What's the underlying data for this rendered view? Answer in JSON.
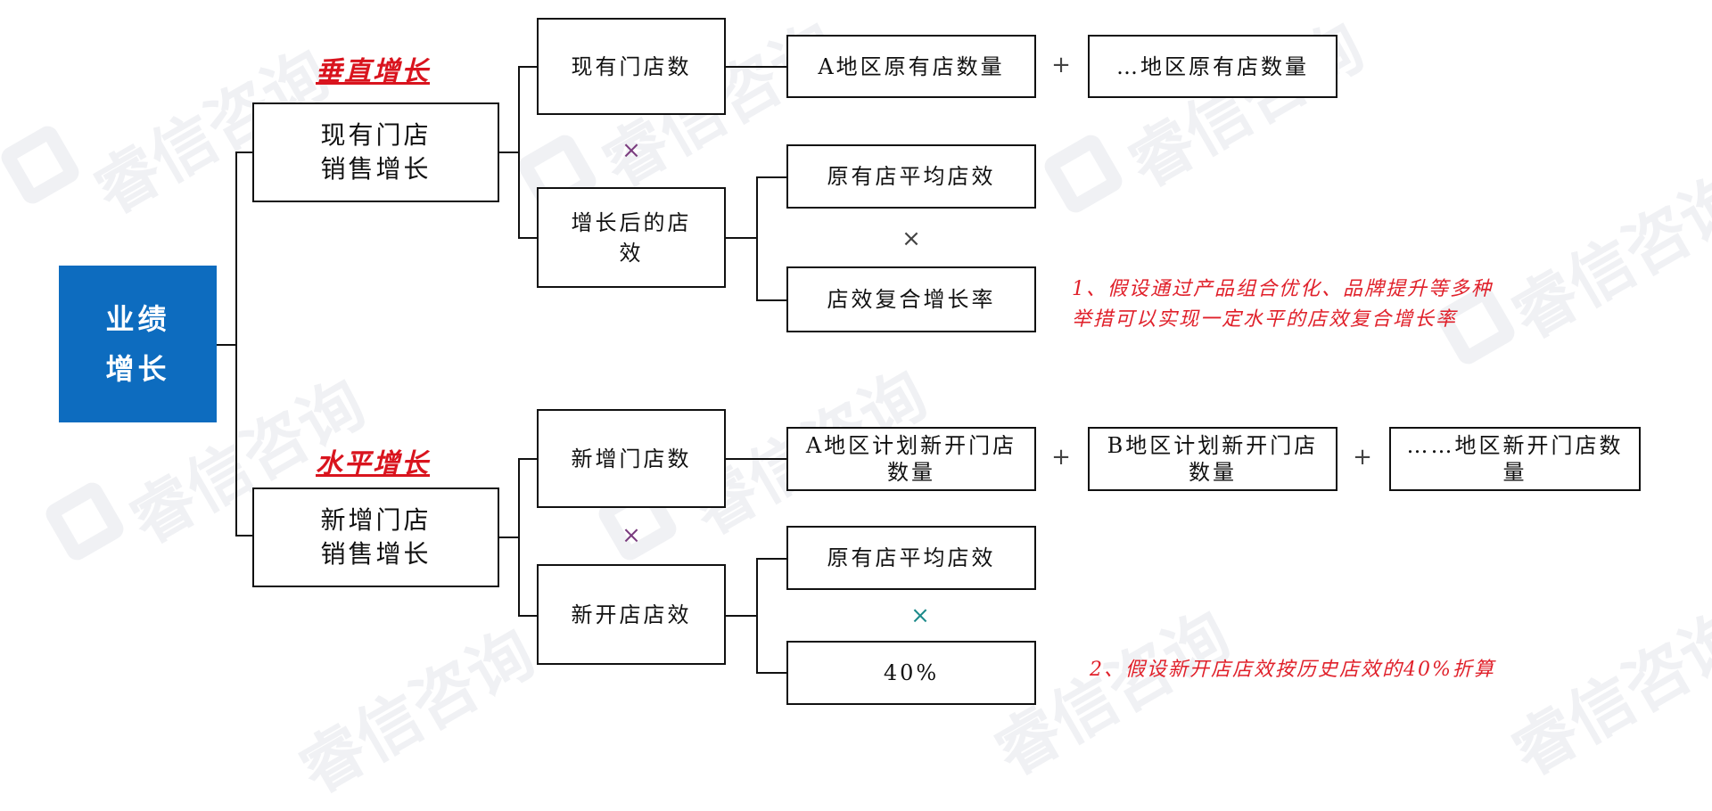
{
  "watermark": "睿信咨询",
  "root": {
    "label": "业绩\n增长",
    "color": "#0d6cbf"
  },
  "branches": {
    "vertical": {
      "title": "垂直增长",
      "main": "现有门店\n销售增长",
      "factor1": {
        "label": "现有门店数",
        "terms": [
          "A地区原有店数量",
          "…地区原有店数量"
        ],
        "operators": [
          "+"
        ]
      },
      "multiply_symbol": "×",
      "factor2": {
        "label": "增长后的店\n效",
        "sub1": "原有店平均店效",
        "sub2": "店效复合增长率",
        "multiply_symbol": "×"
      }
    },
    "horizontal": {
      "title": "水平增长",
      "main": "新增门店\n销售增长",
      "factor1": {
        "label": "新增门店数",
        "terms": [
          "A地区计划新开门店\n数量",
          "B地区计划新开门店\n数量",
          "……地区新开门店数\n量"
        ],
        "operators": [
          "+",
          "+"
        ]
      },
      "multiply_symbol": "×",
      "factor2": {
        "label": "新开店店效",
        "sub1": "原有店平均店效",
        "sub2": "40%",
        "multiply_symbol": "×"
      }
    }
  },
  "notes": {
    "note1": "1、假设通过产品组合优化、品牌提升等多种\n举措可以实现一定水平的店效复合增长率",
    "note2": "2、假设新开店店效按历史店效的40%折算"
  },
  "colors": {
    "accent_red": "#d9141e",
    "note_red": "#e0202a"
  }
}
